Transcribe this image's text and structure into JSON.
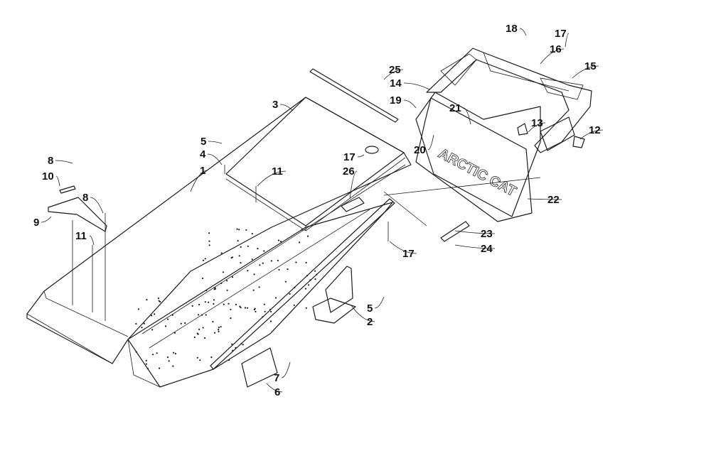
{
  "diagram": {
    "callouts": [
      "18",
      "17",
      "16",
      "15",
      "25",
      "14",
      "19",
      "21",
      "3",
      "13",
      "12",
      "5",
      "20",
      "4",
      "17",
      "11",
      "1",
      "26",
      "8",
      "10",
      "22",
      "8",
      "9",
      "11",
      "23",
      "17",
      "24",
      "5",
      "2",
      "7",
      "6"
    ],
    "embossed_text": "ARCTIC CAT"
  }
}
